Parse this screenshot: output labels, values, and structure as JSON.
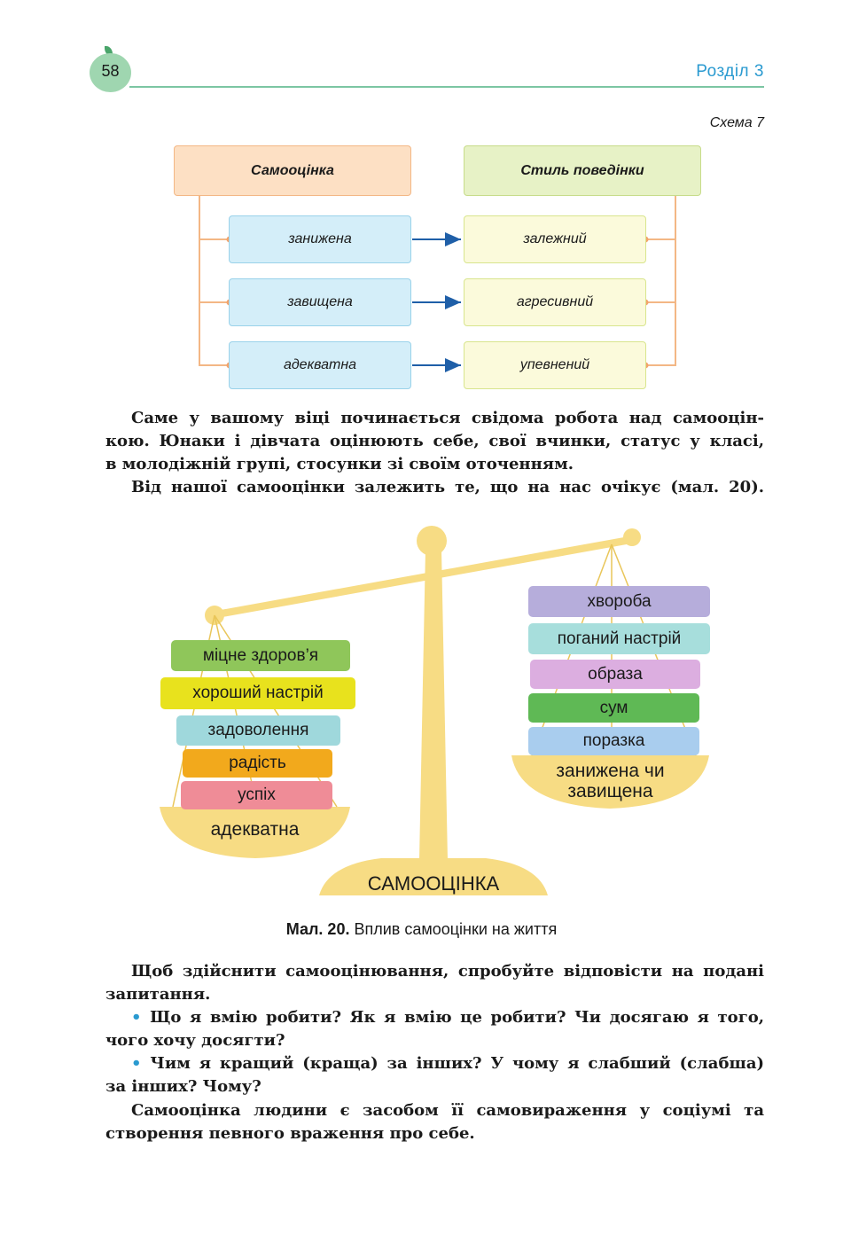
{
  "header": {
    "page_number": "58",
    "section": "Розділ 3"
  },
  "scheme": {
    "label": "Схема 7",
    "left_title": "Самооцінка",
    "right_title": "Стиль поведінки",
    "rows": [
      {
        "left": "занижена",
        "right": "залежний"
      },
      {
        "left": "завищена",
        "right": "агресивний"
      },
      {
        "left": "адекватна",
        "right": "упевнений"
      }
    ]
  },
  "paragraph1": {
    "lines": [
      "Саме у вашому віці починається свідома робота над самооцін-",
      "кою. Юнаки і дівчата оцінюють себе, свої вчинки, статус у класі,",
      "в молодіжній групі, стосунки зі своїм оточенням."
    ]
  },
  "paragraph2": "Від нашої самооцінки залежить те, що на нас очікує (мал. 20).",
  "illustration": {
    "base_label": "САМООЦІНКА",
    "left_pan_label": "адекватна",
    "right_pan_label_1": "занижена чи",
    "right_pan_label_2": "завищена",
    "left_blocks": [
      {
        "text": "міцне здоров’я",
        "color": "#8fc65a"
      },
      {
        "text": "хороший настрій",
        "color": "#e8e21d"
      },
      {
        "text": "задоволення",
        "color": "#9fd8dc"
      },
      {
        "text": "радість",
        "color": "#f2a91c"
      },
      {
        "text": "успіх",
        "color": "#ef8c97"
      }
    ],
    "right_blocks": [
      {
        "text": "хвороба",
        "color": "#b6addb"
      },
      {
        "text": "поганий настрій",
        "color": "#a7dedc"
      },
      {
        "text": "образа",
        "color": "#dcaee0"
      },
      {
        "text": "сум",
        "color": "#5fb955"
      },
      {
        "text": "поразка",
        "color": "#a9cdee"
      }
    ],
    "gold": "#f7dc84"
  },
  "caption": {
    "label": "Мал. 20.",
    "text": "Вплив самооцінки на життя"
  },
  "paragraph3": {
    "lines": [
      "Щоб здійснити самооцінювання, спробуйте відповісти на подані",
      "запитання."
    ]
  },
  "bullets": [
    {
      "lines": [
        "Що я вмію робити? Як я вмію це робити? Чи досягаю я того,",
        "чого хочу досягти?"
      ]
    },
    {
      "lines": [
        "Чим я кращий (краща) за інших? У чому я слабший (слабша)",
        "за інших? Чому?"
      ]
    }
  ],
  "paragraph4": {
    "lines": [
      "Самооцінка людини є засобом її самовираження у соціумі та",
      "створення певного враження про себе."
    ]
  }
}
